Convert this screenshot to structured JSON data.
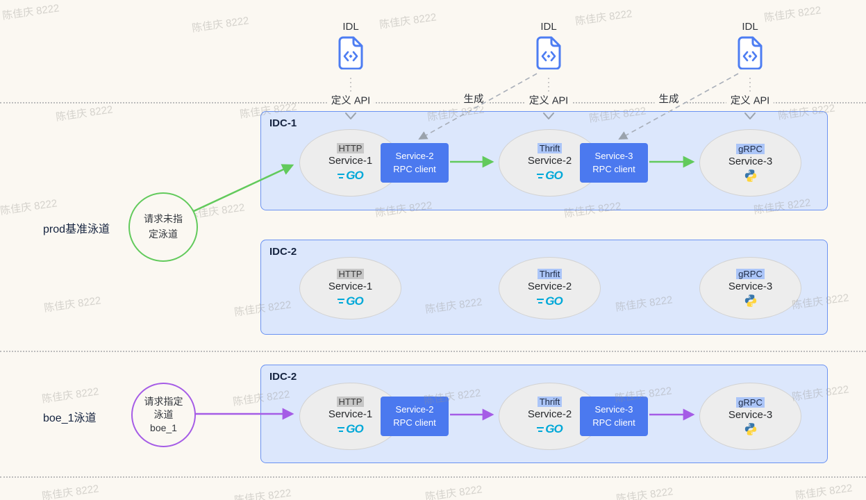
{
  "colors": {
    "page_bg": "#fbf8f2",
    "idc_fill": "#dce7fc",
    "idc_border": "#6a92f2",
    "rpc_box": "#4b79ef",
    "service_fill": "#ededed",
    "service_border": "#d2d2d2",
    "chip_gray": "#c7c7c7",
    "chip_blue": "#abc5f8",
    "arrow_green": "#62ca5c",
    "arrow_purple": "#a55ce6",
    "go_cyan": "#00a8d8",
    "idl_blue": "#4d7df2"
  },
  "watermark": {
    "text": "陈佳庆 8222"
  },
  "idl_section": {
    "files": [
      {
        "label": "IDL",
        "api_label": "定义 API"
      },
      {
        "label": "IDL",
        "api_label": "定义 API"
      },
      {
        "label": "IDL",
        "api_label": "定义 API"
      }
    ],
    "generate_labels": [
      "生成",
      "生成"
    ]
  },
  "lanes": [
    {
      "name": "prod基准泳道",
      "badge_lines": [
        "请求未指",
        "定泳道"
      ]
    },
    {
      "name": "boe_1泳道",
      "badge_lines": [
        "请求指定",
        "泳道",
        "boe_1"
      ]
    }
  ],
  "idcs": [
    {
      "title": "IDC-1",
      "services": [
        {
          "protocol": "HTTP",
          "name": "Service-1",
          "lang": "go",
          "lang_label": "GO"
        },
        {
          "protocol": "Thrift",
          "name": "Service-2",
          "lang": "go",
          "lang_label": "GO"
        },
        {
          "protocol": "gRPC",
          "name": "Service-3",
          "lang": "python"
        }
      ],
      "rpc_clients": [
        {
          "line1": "Service-2",
          "line2": "RPC client"
        },
        {
          "line1": "Service-3",
          "line2": "RPC client"
        }
      ]
    },
    {
      "title": "IDC-2",
      "services": [
        {
          "protocol": "HTTP",
          "name": "Service-1",
          "lang": "go",
          "lang_label": "GO"
        },
        {
          "protocol": "Thrfit",
          "name": "Service-2",
          "lang": "go",
          "lang_label": "GO"
        },
        {
          "protocol": "gRPC",
          "name": "Service-3",
          "lang": "python"
        }
      ]
    },
    {
      "title": "IDC-2",
      "services": [
        {
          "protocol": "HTTP",
          "name": "Service-1",
          "lang": "go",
          "lang_label": "GO"
        },
        {
          "protocol": "Thrift",
          "name": "Service-2",
          "lang": "go",
          "lang_label": "GO"
        },
        {
          "protocol": "gRPC",
          "name": "Service-3",
          "lang": "python"
        }
      ],
      "rpc_clients": [
        {
          "line1": "Service-2",
          "line2": "RPC client"
        },
        {
          "line1": "Service-3",
          "line2": "RPC client"
        }
      ]
    }
  ]
}
